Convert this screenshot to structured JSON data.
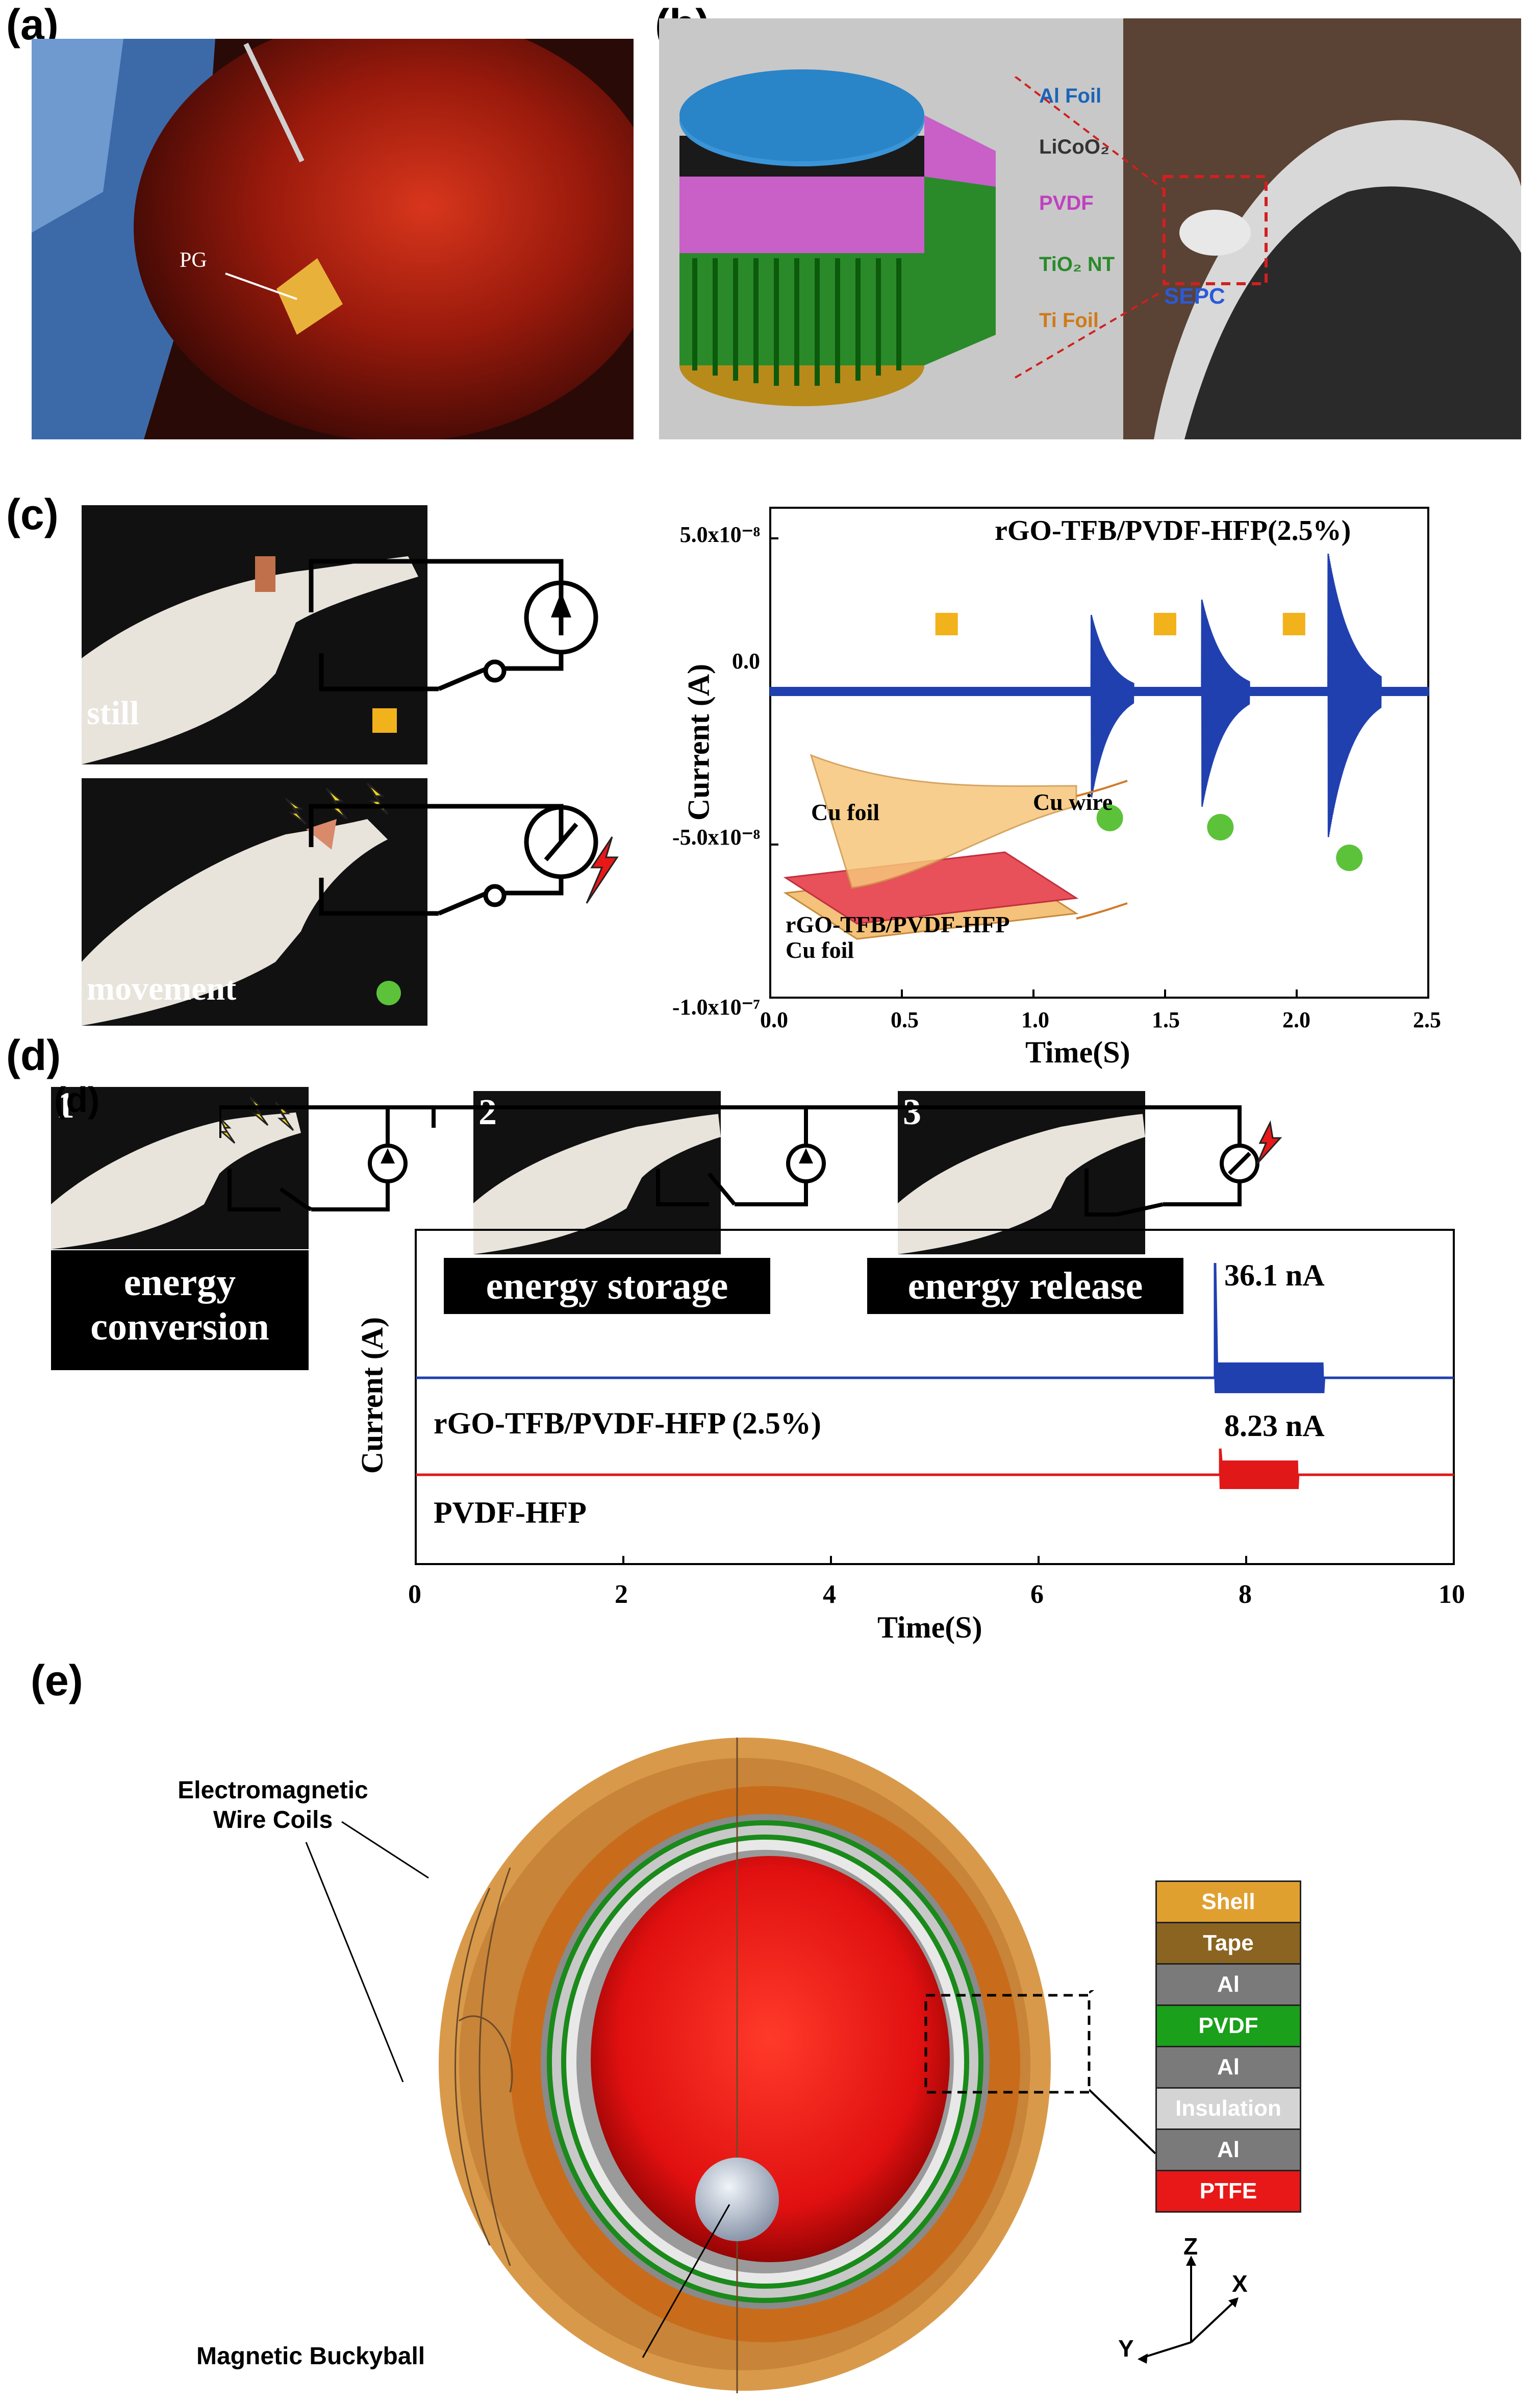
{
  "panels": {
    "a": {
      "label": "(a)",
      "pg_label": "PG"
    },
    "b": {
      "label": "(b)",
      "layers": [
        "Al Foil",
        "LiCoO₂",
        "PVDF",
        "TiO₂ NT",
        "Ti Foil"
      ],
      "sepc_label": "SEPC"
    },
    "c": {
      "label": "(c)",
      "photo_still": "still",
      "photo_movement": "movement"
    },
    "d": {
      "label": "(d)",
      "overlay_label": "(d)",
      "steps": [
        {
          "num": "1",
          "caption_line1": "energy",
          "caption_line2": "conversion"
        },
        {
          "num": "2",
          "caption": "energy storage"
        },
        {
          "num": "3",
          "caption": "energy release"
        }
      ]
    },
    "e": {
      "label": "(e)",
      "coil_label_line1": "Electromagnetic",
      "coil_label_line2": "Wire Coils",
      "ball_label": "Magnetic Buckyball",
      "stack": [
        "Shell",
        "Tape",
        "Al",
        "PVDF",
        "Al",
        "Insulation",
        "Al",
        "PTFE"
      ],
      "axes": {
        "z": "Z",
        "x": "X",
        "y": "Y"
      }
    }
  },
  "colors": {
    "blue_trace": "#2040b0",
    "red_trace": "#e01818",
    "marker_still": "#f2b21c",
    "marker_move": "#5cc23a"
  },
  "chart_data": [
    {
      "type": "line",
      "title": "rGO-TFB/PVDF-HFP(2.5%)",
      "xlabel": "Time(S)",
      "ylabel": "Current (A)",
      "xlim": [
        0,
        2.5
      ],
      "ylim": [
        -1e-07,
        6e-08
      ],
      "x_ticks": [
        "0.0",
        "0.5",
        "1.0",
        "1.5",
        "2.0",
        "2.5"
      ],
      "y_ticks": [
        "5.0x10⁻⁸",
        "0.0",
        "-5.0x10⁻⁸",
        "-1.0x10⁻⁷"
      ],
      "y_tick_values": [
        5e-08,
        0,
        -5e-08,
        -1e-07
      ],
      "bursts": [
        {
          "start": 1.22,
          "end": 1.38,
          "peak_pos": 2.5e-08,
          "peak_neg": -3.5e-08
        },
        {
          "start": 1.64,
          "end": 1.82,
          "peak_pos": 3e-08,
          "peak_neg": -3.8e-08
        },
        {
          "start": 2.12,
          "end": 2.32,
          "peak_pos": 4.5e-08,
          "peak_neg": -4.8e-08
        }
      ],
      "markers_still_x": [
        0.67,
        1.5,
        1.99
      ],
      "markers_move_x": [
        1.29,
        1.71,
        2.2
      ],
      "inset": {
        "top_foil": "Cu foil",
        "wire": "Cu wire",
        "film": "rGO-TFB/PVDF-HFP",
        "bottom_foil": "Cu foil"
      }
    },
    {
      "type": "line",
      "xlabel": "Time(S)",
      "ylabel": "Current (A)",
      "xlim": [
        0,
        10
      ],
      "x_ticks": [
        "0",
        "2",
        "4",
        "6",
        "8",
        "10"
      ],
      "series": [
        {
          "name": "rGO-TFB/PVDF-HFP (2.5%)",
          "peak_label": "36.1 nA",
          "peak": 36.1,
          "burst": [
            7.7,
            8.75
          ]
        },
        {
          "name": "PVDF-HFP",
          "peak_label": "8.23 nA",
          "peak": 8.23,
          "burst": [
            7.75,
            8.5
          ]
        }
      ]
    }
  ]
}
